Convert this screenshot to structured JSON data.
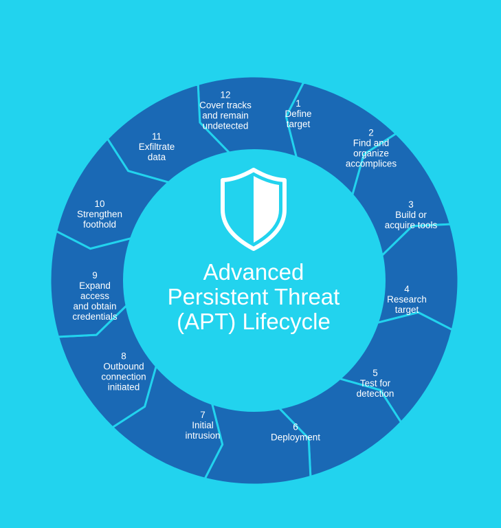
{
  "title": {
    "lines": [
      "Advanced",
      "Persistent Threat",
      "(APT) Lifecycle"
    ]
  },
  "center_icon": "shield-icon",
  "colors": {
    "background": "#22d3ee",
    "segment_fill": "#1a69b5",
    "segment_border": "#22d3ee",
    "text": "#ffffff"
  },
  "stages": [
    {
      "number": "1",
      "lines": [
        "Define",
        "target"
      ]
    },
    {
      "number": "2",
      "lines": [
        "Find and",
        "organize",
        "accomplices"
      ]
    },
    {
      "number": "3",
      "lines": [
        "Build or",
        "acquire tools"
      ]
    },
    {
      "number": "4",
      "lines": [
        "Research",
        "target"
      ]
    },
    {
      "number": "5",
      "lines": [
        "Test for",
        "detection"
      ]
    },
    {
      "number": "6",
      "lines": [
        "Deployment"
      ]
    },
    {
      "number": "7",
      "lines": [
        "Initial",
        "intrusion"
      ]
    },
    {
      "number": "8",
      "lines": [
        "Outbound",
        "connection",
        "initiated"
      ]
    },
    {
      "number": "9",
      "lines": [
        "Expand",
        "access",
        "and obtain",
        "credentials"
      ]
    },
    {
      "number": "10",
      "lines": [
        "Strengthen",
        "foothold"
      ]
    },
    {
      "number": "11",
      "lines": [
        "Exfiltrate",
        "data"
      ]
    },
    {
      "number": "12",
      "lines": [
        "Cover tracks",
        "and remain",
        "undetected"
      ]
    }
  ]
}
